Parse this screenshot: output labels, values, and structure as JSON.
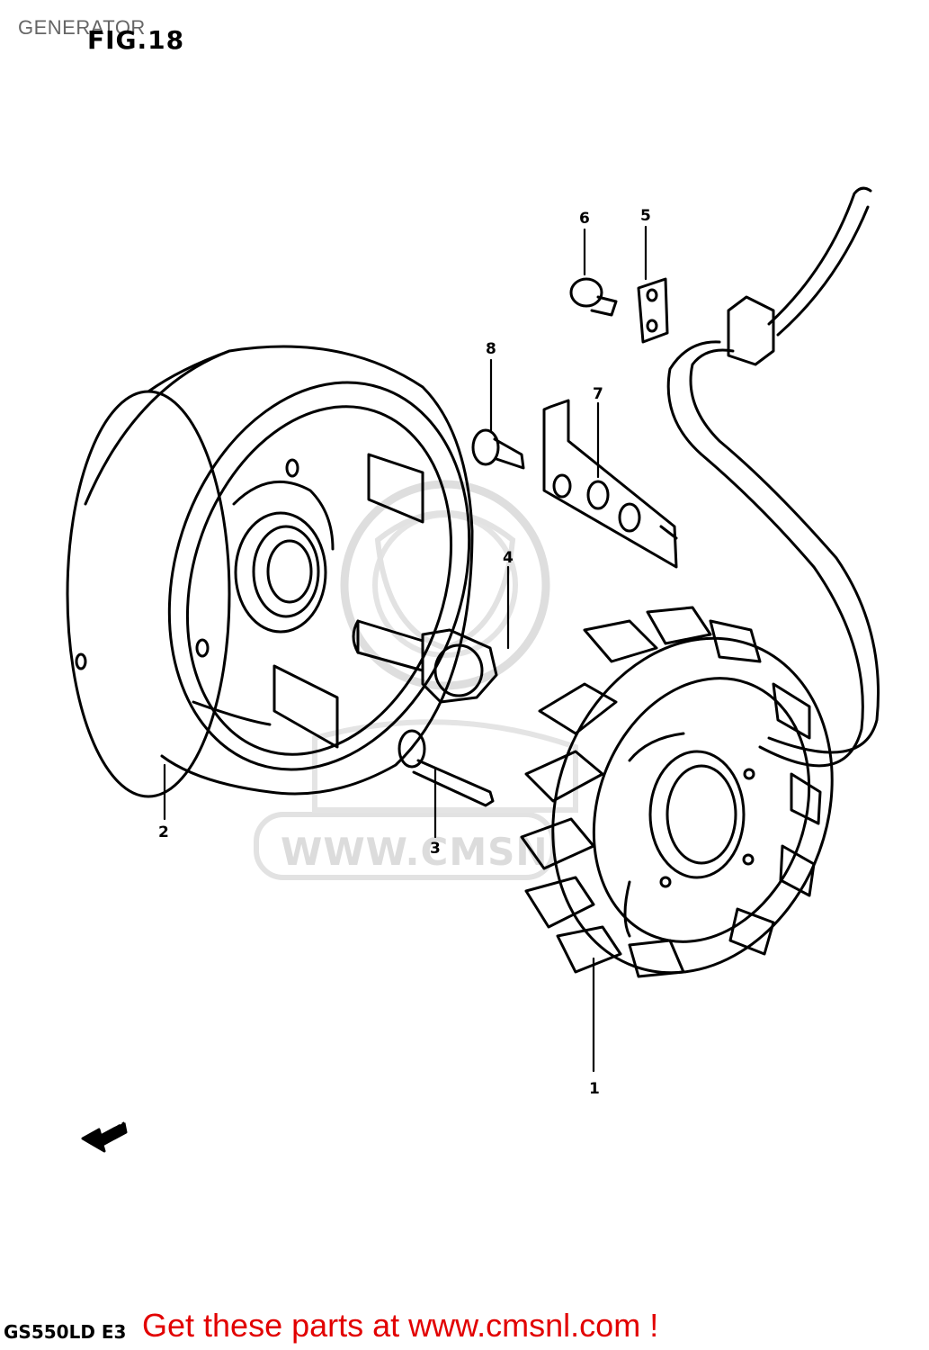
{
  "header": {
    "title": "GENERATOR",
    "figure": "FIG.18"
  },
  "watermark": {
    "text": "WWW.CMSN"
  },
  "callouts": [
    "1",
    "2",
    "3",
    "4",
    "5",
    "6",
    "7",
    "8"
  ],
  "direction_marker": "FWD",
  "footer": {
    "model_code": "GS550LD E3",
    "promo_text": "Get these parts at www.cmsnl.com !"
  },
  "colors": {
    "ink": "#000000",
    "title_gray": "#666666",
    "promo_red": "#e20000",
    "watermark_gray": "#dcdcdc"
  }
}
